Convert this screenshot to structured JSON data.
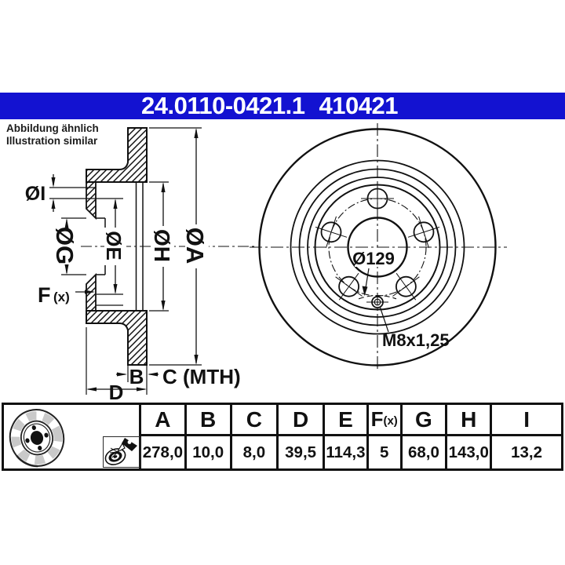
{
  "header": {
    "part_number": "24.0110-0421.1",
    "article_number": "410421"
  },
  "note": {
    "line1": "Abbildung ähnlich",
    "line2": "Illustration similar"
  },
  "cross_section_labels": {
    "dia_a": "ØA",
    "dia_h": "ØH",
    "dia_e": "ØE",
    "dia_g": "ØG",
    "dia_i": "ØI",
    "f_main": "F",
    "f_sub": "(x)",
    "b": "B",
    "c_mth": "C (MTH)",
    "d": "D"
  },
  "front_view_labels": {
    "bolt_circle_diameter": "Ø129",
    "thread_spec": "M8x1,25"
  },
  "table": {
    "columns": [
      {
        "label": "A",
        "value": "278,0"
      },
      {
        "label": "B",
        "value": "10,0"
      },
      {
        "label": "C",
        "value": "8,0"
      },
      {
        "label": "D",
        "value": "39,5"
      },
      {
        "label": "E",
        "value": "114,3"
      },
      {
        "label": "F",
        "label_sub": "(x)",
        "value": "5"
      },
      {
        "label": "G",
        "value": "68,0"
      },
      {
        "label": "H",
        "value": "143,0"
      },
      {
        "label": "I",
        "value": "13,2"
      }
    ]
  },
  "icons": {
    "large": "brake-disc-perspective-icon",
    "small": "disc-paint-spray-icon"
  },
  "colors": {
    "header_bg": "#1312d1",
    "line": "#111111",
    "shade": "#c9c9c9"
  }
}
